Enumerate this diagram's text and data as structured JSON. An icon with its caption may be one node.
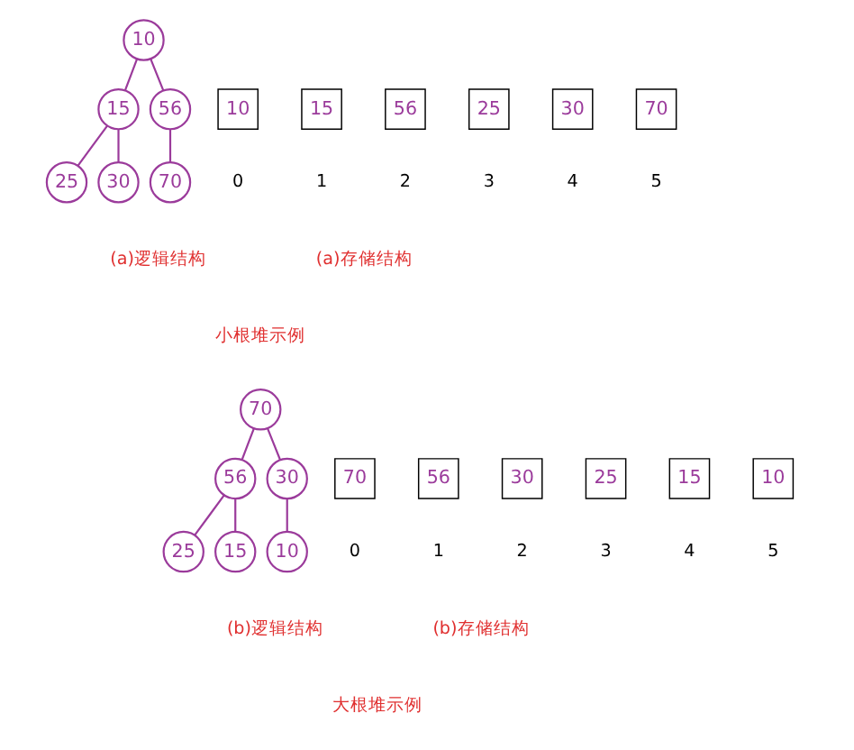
{
  "diagram": {
    "nodes": [
      {
        "text": [
          "10"
        ]
      },
      {
        "text": [
          "15"
        ]
      },
      {
        "text": [
          "56"
        ]
      },
      {
        "text": [
          "25"
        ]
      },
      {
        "text": [
          "30"
        ]
      },
      {
        "text": [
          "70"
        ]
      },
      {
        "text": [
          "10"
        ]
      },
      {
        "text": [
          "15"
        ]
      },
      {
        "text": [
          "56"
        ]
      },
      {
        "text": [
          "25"
        ]
      },
      {
        "text": [
          "30"
        ]
      },
      {
        "text": [
          "70"
        ]
      },
      {
        "text": [
          "70"
        ]
      },
      {
        "text": [
          "56"
        ]
      },
      {
        "text": [
          "30"
        ]
      },
      {
        "text": [
          "25"
        ]
      },
      {
        "text": [
          "15"
        ]
      },
      {
        "text": [
          "10"
        ]
      },
      {
        "text": [
          "70"
        ]
      },
      {
        "text": [
          "56"
        ]
      },
      {
        "text": [
          "30"
        ]
      },
      {
        "text": [
          "25"
        ]
      },
      {
        "text": [
          "15"
        ]
      },
      {
        "text": [
          "10"
        ]
      }
    ],
    "edges": [
      {
        "from": 0,
        "to": 1,
        "arrow": "none"
      },
      {
        "from": 0,
        "to": 2,
        "arrow": "none"
      },
      {
        "from": 1,
        "to": 3,
        "arrow": "none"
      },
      {
        "from": 1,
        "to": 4,
        "arrow": "none"
      },
      {
        "from": 2,
        "to": 5,
        "arrow": "none"
      },
      {
        "from": 12,
        "to": 13,
        "arrow": "none"
      },
      {
        "from": 12,
        "to": 14,
        "arrow": "none"
      },
      {
        "from": 13,
        "to": 15,
        "arrow": "none"
      },
      {
        "from": 13,
        "to": 16,
        "arrow": "none"
      },
      {
        "from": 14,
        "to": 17,
        "arrow": "none"
      }
    ],
    "labels": [
      "0",
      "1",
      "2",
      "3",
      "4",
      "5",
      "(a)逻辑结构",
      "(a)存储结构",
      "小根堆示例",
      "0",
      "1",
      "2",
      "3",
      "4",
      "5",
      "(b)逻辑结构",
      "(b)存储结构",
      "大根堆示例"
    ]
  }
}
